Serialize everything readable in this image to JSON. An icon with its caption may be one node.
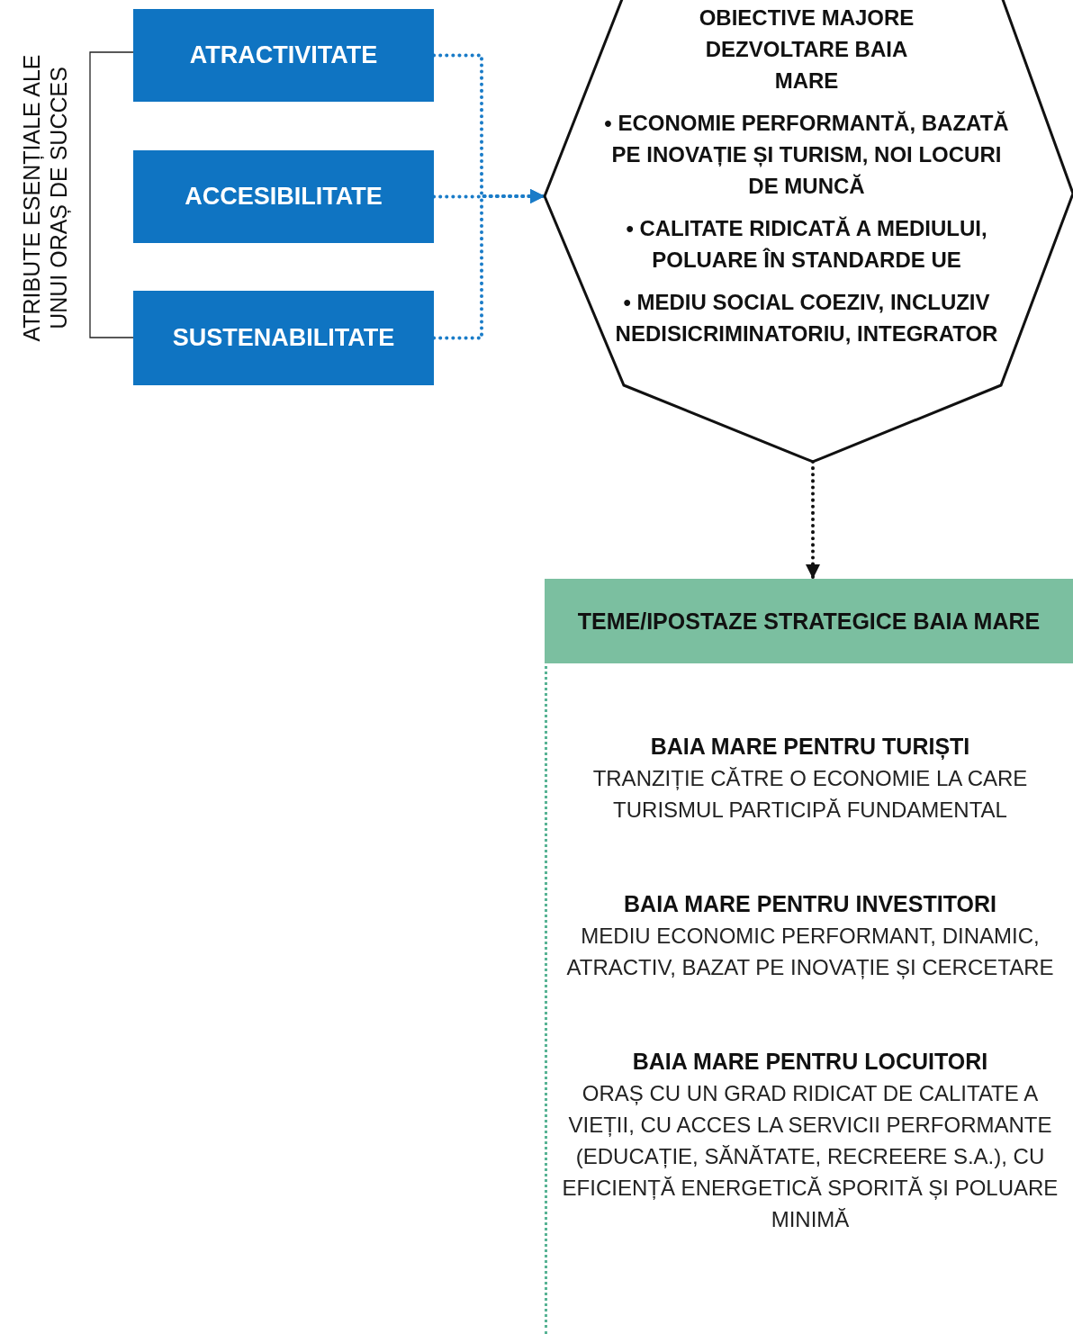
{
  "diagram": {
    "nodes": [
      {
        "text": [
          "ATRACTIVITATE"
        ]
      },
      {
        "text": [
          "ACCESIBILITATE"
        ]
      },
      {
        "text": [
          "SUSTENABILITATE"
        ]
      },
      {
        "text": [
          "OBIECTIVE MAJORE DEZVOLTARE BAIA MARE",
          "• ECONOMIE PERFORMANTĂ, BAZATĂ PE INOVAȚIE ȘI TURISM, NOI LOCURI DE MUNCĂ",
          "• CALITATE RIDICATĂ A MEDIULUI, POLUARE ÎN STANDARDE UE",
          "• MEDIU SOCIAL COEZIV, INCLUZIV NEDISICRIMINATORIU, INTEGRATOR"
        ]
      },
      {
        "text": [
          "TEME/IPOSTAZE STRATEGICE BAIA MARE",
          "BAIA MARE PENTRU TURIȘTI",
          "TRANZIȚIE CĂTRE O ECONOMIE LA CARE TURISMUL PARTICIPĂ FUNDAMENTAL",
          "BAIA MARE PENTRU INVESTITORI",
          "MEDIU ECONOMIC PERFORMANT, DINAMIC, ATRACTIV, BAZAT PE INOVAȚIE ȘI CERCETARE",
          "BAIA MARE PENTRU LOCUITORI",
          "ORAȘ CU UN GRAD RIDICAT DE CALITATE A VIEȚII, CU ACCES LA SERVICII PERFORMANTE (EDUCAȚIE, SĂNĂTATE, RECREERE S.A.), CU EFICIENȚĂ ENERGETICĂ SPORITĂ ȘI POLUARE MINIMĂ"
        ]
      }
    ],
    "edges": [
      {
        "from": 0,
        "to": 3,
        "arrow": "to",
        "style": "dashed"
      },
      {
        "from": 1,
        "to": 3,
        "arrow": "to",
        "style": "dashed"
      },
      {
        "from": 2,
        "to": 3,
        "arrow": "to",
        "style": "dashed"
      },
      {
        "from": 3,
        "to": 4,
        "arrow": "to",
        "style": "dashed",
        "color": "#111111"
      }
    ],
    "labels": [
      "ATRIBUTE ESENȚIALE ALE UNUI ORAȘ DE SUCCES"
    ]
  }
}
